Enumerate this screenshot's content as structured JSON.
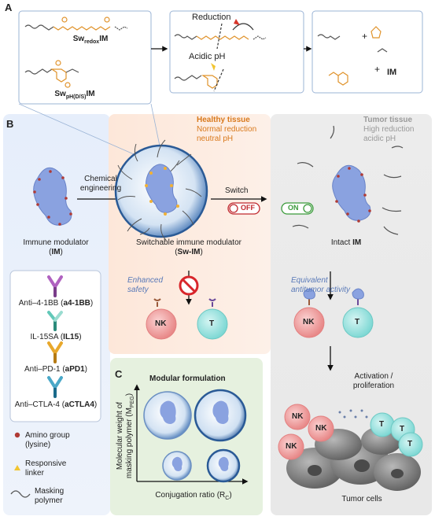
{
  "panel_a": {
    "letter": "A",
    "box1": {
      "sw_redox": {
        "prefix": "Sw",
        "sub": "redox",
        "suffix": "IM"
      },
      "sw_ph": {
        "prefix": "Sw",
        "sub": "pH(D/S)",
        "suffix": "IM"
      }
    },
    "box2": {
      "reduction": "Reduction",
      "acidic": "Acidic pH"
    },
    "box3": {
      "plus1": "+",
      "plus2": "+",
      "im": "IM"
    }
  },
  "panel_b": {
    "letter": "B",
    "healthy": {
      "title": "Healthy tissue",
      "line1": "Normal reduction",
      "line2": "neutral pH"
    },
    "tumor": {
      "title": "Tumor tissue",
      "line1": "High reduction",
      "line2": "acidic pH"
    },
    "chemical_engineering": {
      "line1": "Chemical",
      "line2": "engineering"
    },
    "switch_label": "Switch",
    "off_label": "OFF",
    "on_label": "ON",
    "immune_modulator": {
      "line1": "Immune modulator",
      "line2_pre": "(",
      "line2_bold": "IM",
      "line2_post": ")"
    },
    "switchable": {
      "line1": "Switchable immune modulator",
      "line2_pre": "(",
      "line2_bold": "Sw-IM",
      "line2_post": ")"
    },
    "intact": {
      "pre": "Intact ",
      "bold": "IM"
    },
    "enhanced_safety": {
      "line1": "Enhanced",
      "line2": "safety"
    },
    "equivalent": {
      "line1": "Equivalent",
      "line2": "antitumor activity"
    },
    "activation": {
      "line1": "Activation /",
      "line2": "proliferation"
    },
    "tumor_cells": "Tumor cells",
    "nk": "NK",
    "t": "T",
    "modulators": [
      {
        "name": "Anti–4-1BB",
        "abbr": "a4-1BB"
      },
      {
        "name": "IL-15SA",
        "abbr": "IL15"
      },
      {
        "name": "Anti–PD-1",
        "abbr": "aPD1"
      },
      {
        "name": "Anti–CTLA-4",
        "abbr": "aCTLA4"
      }
    ],
    "legend": [
      {
        "label_line1": "Amino group",
        "label_line2": "(lysine)"
      },
      {
        "label_line1": "Responsive",
        "label_line2": "linker"
      },
      {
        "label_line1": "Masking",
        "label_line2": "polymer"
      }
    ]
  },
  "panel_c": {
    "letter": "C",
    "title": "Modular formulation",
    "ylabel_pre": "Molecular weight of",
    "ylabel_mid": "masking polymer (M",
    "ylabel_sub": "PEG",
    "ylabel_post": ")",
    "xlabel_pre": "Conjugation ratio (R",
    "xlabel_sub": "C",
    "xlabel_post": ")"
  },
  "colors": {
    "orange": "#d9791c",
    "gray_title": "#9a9a9a",
    "protein": "#8aa2e0",
    "nk": "#ef9a9a",
    "t": "#8fdedb",
    "off_red": "#c0282d",
    "on_green": "#3a9a3a"
  }
}
